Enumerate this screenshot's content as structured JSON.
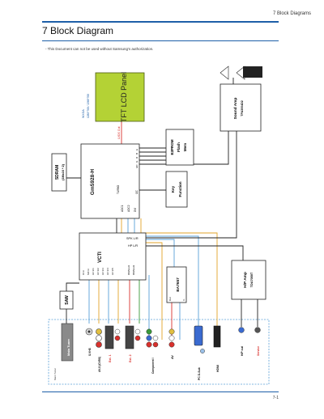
{
  "header": {
    "section_label": "7 Block Diagrams"
  },
  "title": "7 Block Diagram",
  "note": "- This Document can not be used without Samsung's authorization.",
  "footer": {
    "page_number": "7-1"
  },
  "blocks": {
    "panel": {
      "name": "TFT LCD Panel",
      "res_a": "WXGA",
      "res_b": "1280*768 / 1366*768"
    },
    "sdram": {
      "line1": "SDRAM",
      "line2": "(1Mx16 * 2)"
    },
    "scaler": {
      "name": "Gm5928-H",
      "lvds": "LVDS Out",
      "in1": "TURBO",
      "in2": "ADC1",
      "in3": "ADC2",
      "in4": "DVI",
      "in5": "I2C",
      "ctl": "I2C",
      "pins": [
        "E",
        "B",
        "R",
        "G",
        "I2C"
      ]
    },
    "eeprom": {
      "line1": "E2PROM",
      "line2": "Flash",
      "line3": "Mem"
    },
    "key": {
      "line1": "Key",
      "line2": "Function"
    },
    "sound_amp": {
      "line1": "Sound Amp",
      "line2": "TPA3004D2"
    },
    "vcti": {
      "name": "VCTI",
      "spk": "SPK L/R",
      "hp": "HP L/R",
      "if": "IF In",
      "sif": "SIF In",
      "av_ins": [
        "AV In1",
        "AV In2",
        "AV In3",
        "AV In4",
        "AV In5"
      ],
      "rgb1": "RGBout1",
      "rgb2": "RGBout2"
    },
    "ba7657": {
      "name": "BA7657",
      "out": "Out",
      "in": "In"
    },
    "hp_amp": {
      "line1": "H/P Amp",
      "line2": "TDA7050T"
    },
    "saw": {
      "name": "SAW"
    }
  },
  "connectors": {
    "main_tuner": "Main Tuner",
    "svhs": "S-VHS",
    "av_svhs": "AV-S (CVBS)",
    "ext1": "Ext. 1",
    "ext2": "Ext. 2",
    "component": "Component I",
    "av": "AV",
    "pc_dsub": "PC D-Sub",
    "hdmi": "HDMI",
    "hp_out": "H/P out",
    "service": "Service"
  }
}
